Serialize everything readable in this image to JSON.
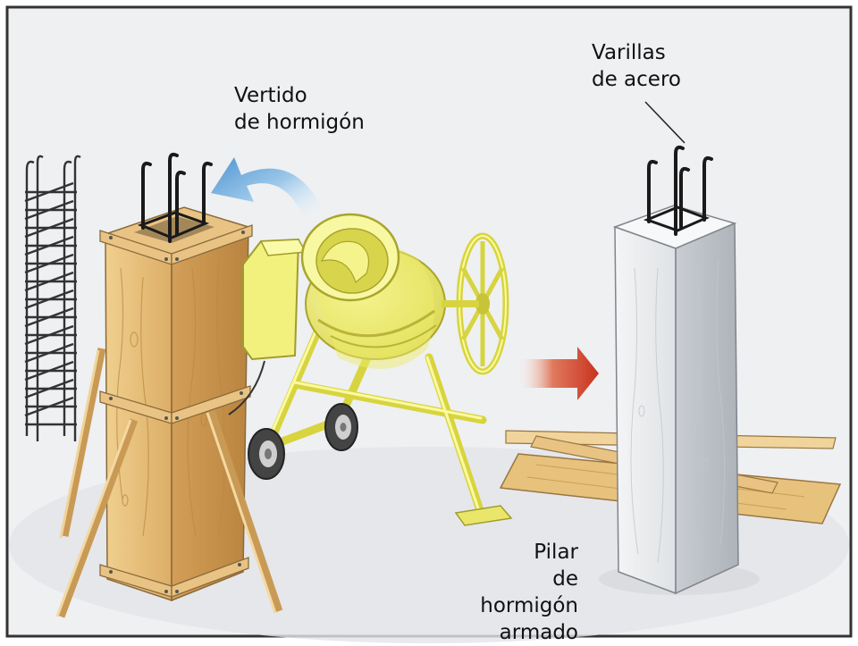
{
  "labels": {
    "vertido": [
      "Vertido",
      "de hormigón"
    ],
    "varillas": [
      "Varillas",
      "de acero"
    ],
    "pilar": [
      "Pilar",
      "de hormigón",
      "armado"
    ]
  },
  "colors": {
    "background": "#eef0f2",
    "frame": "#333333",
    "wood": "#e8c07a",
    "wood_dark": "#c8944a",
    "mixer_yellow": "#f2f07a",
    "mixer_dark": "#c8c63a",
    "concrete": "#e4e6e8",
    "concrete_dark": "#b9bdc2",
    "rebar": "#222222",
    "pour_arrow": "#5b9fd6",
    "process_arrow": "#c8321e"
  },
  "icons": [
    "rebar-cage-icon",
    "formwork-icon",
    "cement-mixer-icon",
    "pour-arrow-icon",
    "process-arrow-icon",
    "concrete-pillar-icon"
  ]
}
